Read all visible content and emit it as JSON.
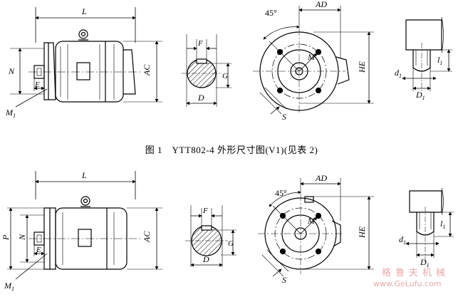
{
  "caption": "图 1　YTT802-4 外形尺寸图(V1)(见表 2)",
  "labels": {
    "L": "L",
    "N": "N",
    "P": "P",
    "E": "E",
    "M1": "M",
    "M1_sub": "1",
    "AC": "AC",
    "F": "F",
    "G": "G",
    "D": "D",
    "angle": "45°",
    "AD": "AD",
    "M": "M",
    "HE": "HE",
    "S": "S",
    "l1": "l",
    "l1_sub": "1",
    "d1": "d",
    "d1_sub": "1",
    "D1": "D",
    "D1_sub": "1"
  },
  "watermark": {
    "chinese": "格鲁夫机械",
    "url": "www.GeLufu.com",
    "color": "#e7a9a9"
  }
}
